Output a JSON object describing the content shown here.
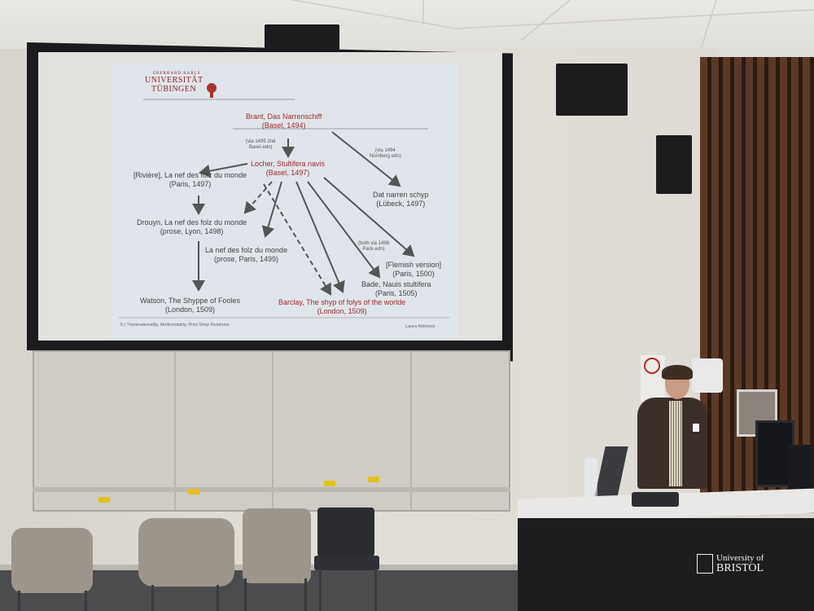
{
  "slide": {
    "logo": {
      "small_top": "EBERHARD KARLS",
      "line1": "UNIVERSITÄT",
      "line2": "TÜBINGEN"
    },
    "nodes": {
      "brant": {
        "line1": "Brant, Das Narrenschiff",
        "line2": "(Basel, 1494)"
      },
      "locher": {
        "line1": "Locher, Stultifera navis",
        "line2": "(Basel, 1497)"
      },
      "riviere": {
        "line1": "[Rivière], La nef des folz du monde",
        "line2": "(Paris, 1497)"
      },
      "drouyn": {
        "line1": "Drouyn, La nef des folz du monde",
        "line2": "(prose, Lyon, 1498)"
      },
      "nef_paris": {
        "line1": "La nef des folz du monde",
        "line2": "(prose, Paris, 1499)"
      },
      "dat_narren": {
        "line1": "Dat narren schyp",
        "line2": "(Lübeck, 1497)"
      },
      "flemish": {
        "line1": "[Flemish version]",
        "line2": "(Paris, 1500)"
      },
      "bade": {
        "line1": "Bade, Nauis stultifera",
        "line2": "(Paris, 1505)"
      },
      "watson": {
        "line1": "Watson, The Shyppe of Fooles",
        "line2": "(London, 1509)"
      },
      "barclay": {
        "line1": "Barclay, The shyp of folys of the worlde",
        "line2": "(London, 1509)"
      }
    },
    "notes": {
      "via_1495": {
        "line1": "(via 1495 2nd",
        "line2": "Basel edn)"
      },
      "via_1494": {
        "line1": "(via 1494",
        "line2": "Nürnberg edn)"
      },
      "both_via": {
        "line1": "(both via 1498",
        "line2": "Paris edn)"
      }
    },
    "footer_left": "5 | Transnationality, Multimodality, Print Shop Relations",
    "footer_right": "Laura Atkinson"
  },
  "podium": {
    "logo_line1": "University of",
    "logo_line2": "BRISTOL"
  },
  "colors": {
    "slide_red": "#9e2a2a",
    "arrow_grey": "#555555",
    "slide_bg": "#dfe5ea"
  },
  "icons": [
    "university-crest-icon",
    "no-entry-sign-icon"
  ]
}
